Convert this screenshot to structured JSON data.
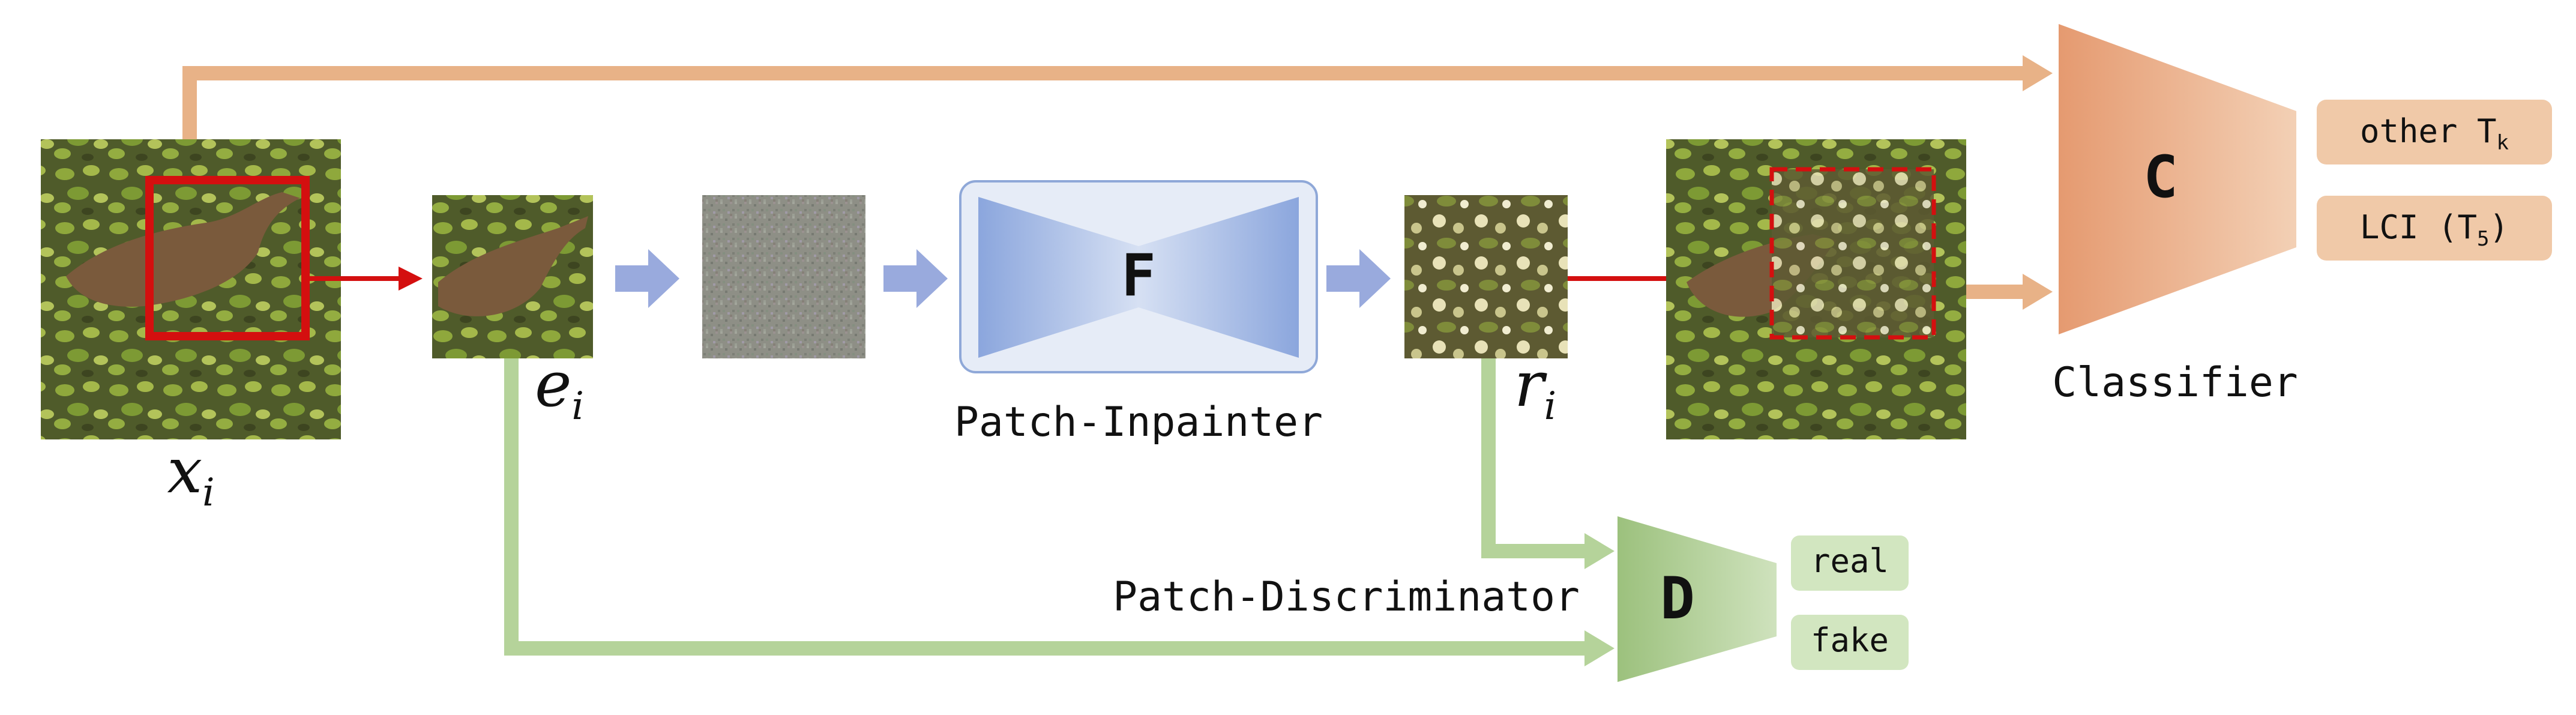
{
  "labels": {
    "x_var": "x",
    "x_sub": "i",
    "e_var": "e",
    "e_sub": "i",
    "r_var": "r",
    "r_sub": "i",
    "inpainter_symbol": "F",
    "inpainter_label": "Patch-Inpainter",
    "classifier_symbol": "C",
    "classifier_label": "Classifier",
    "discriminator_symbol": "D",
    "discriminator_label": "Patch-Discriminator"
  },
  "classifier_outputs": {
    "other_text": "other T",
    "other_sub": "k",
    "lci_text": "LCI (T",
    "lci_sub": "5",
    "lci_close": ")"
  },
  "discriminator_outputs": {
    "real": "real",
    "fake": "fake"
  },
  "colors": {
    "red_arrow": "#d40f0f",
    "orange_path": "#e8b287",
    "orange_box": "#f0c9a8",
    "green_path": "#b5d39a",
    "green_box": "#d2e6c0",
    "blue_arrow": "#99aadd",
    "inpainter_fill": "#e6ecf7",
    "inpainter_border": "#8fa8d8"
  }
}
